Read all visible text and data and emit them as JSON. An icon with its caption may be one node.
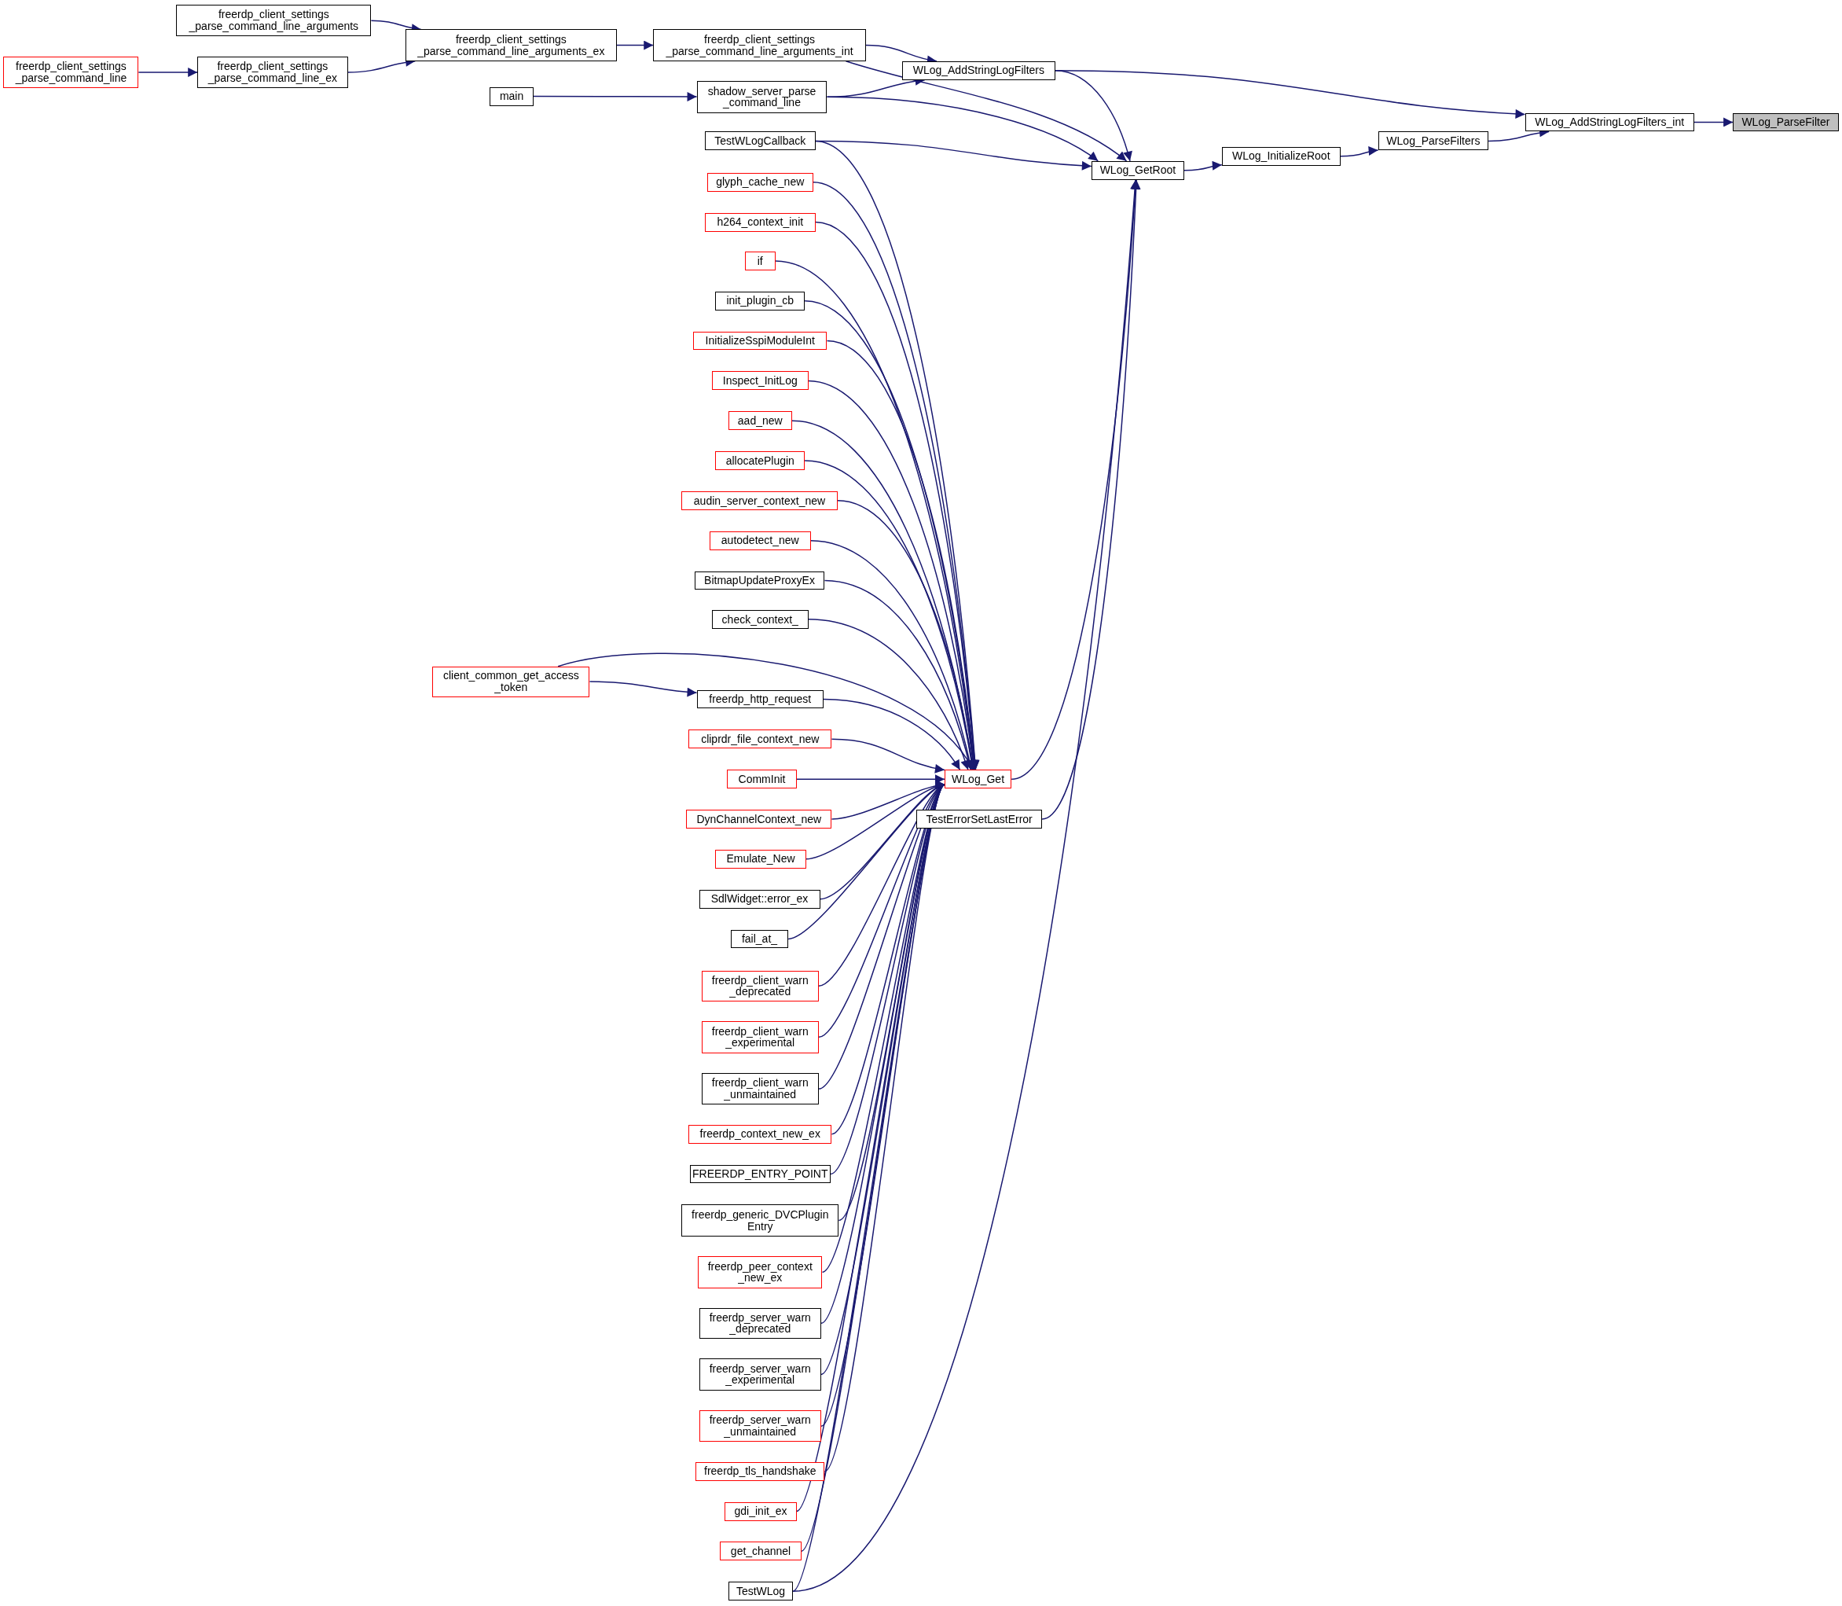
{
  "diagram": {
    "nodes": [
      {
        "text": [
          "WLog_ParseFilter"
        ]
      },
      {
        "text": [
          "WLog_AddStringLogFilters_int"
        ]
      },
      {
        "text": [
          "WLog_ParseFilters"
        ]
      },
      {
        "text": [
          "WLog_InitializeRoot"
        ]
      },
      {
        "text": [
          "WLog_GetRoot"
        ]
      },
      {
        "text": [
          "WLog_AddStringLogFilters"
        ]
      },
      {
        "text": [
          "freerdp_client_settings _parse_command_line_arguments_int"
        ]
      },
      {
        "text": [
          "freerdp_client_settings _parse_command_line_arguments_ex"
        ]
      },
      {
        "text": [
          "freerdp_client_settings _parse_command_line_arguments"
        ]
      },
      {
        "text": [
          "freerdp_client_settings _parse_command_line"
        ]
      },
      {
        "text": [
          "freerdp_client_settings _parse_command_line_ex"
        ]
      },
      {
        "text": [
          "main"
        ]
      },
      {
        "text": [
          "shadow_server_parse _command_line"
        ]
      },
      {
        "text": [
          "TestWLogCallback"
        ]
      },
      {
        "text": [
          "WLog_Get"
        ]
      },
      {
        "text": [
          "TestErrorSetLastError"
        ]
      },
      {
        "text": [
          "glyph_cache_new"
        ]
      },
      {
        "text": [
          "h264_context_init"
        ]
      },
      {
        "text": [
          "if"
        ]
      },
      {
        "text": [
          "init_plugin_cb"
        ]
      },
      {
        "text": [
          "InitializeSspiModuleInt"
        ]
      },
      {
        "text": [
          "Inspect_InitLog"
        ]
      },
      {
        "text": [
          "aad_new"
        ]
      },
      {
        "text": [
          "allocatePlugin"
        ]
      },
      {
        "text": [
          "audin_server_context_new"
        ]
      },
      {
        "text": [
          "autodetect_new"
        ]
      },
      {
        "text": [
          "BitmapUpdateProxyEx"
        ]
      },
      {
        "text": [
          "check_context_"
        ]
      },
      {
        "text": [
          "client_common_get_access _token"
        ]
      },
      {
        "text": [
          "freerdp_http_request"
        ]
      },
      {
        "text": [
          "cliprdr_file_context_new"
        ]
      },
      {
        "text": [
          "CommInit"
        ]
      },
      {
        "text": [
          "DynChannelContext_new"
        ]
      },
      {
        "text": [
          "Emulate_New"
        ]
      },
      {
        "text": [
          "SdlWidget::error_ex"
        ]
      },
      {
        "text": [
          "fail_at_"
        ]
      },
      {
        "text": [
          "freerdp_client_warn _deprecated"
        ]
      },
      {
        "text": [
          "freerdp_client_warn _experimental"
        ]
      },
      {
        "text": [
          "freerdp_client_warn _unmaintained"
        ]
      },
      {
        "text": [
          "freerdp_context_new_ex"
        ]
      },
      {
        "text": [
          "FREERDP_ENTRY_POINT"
        ]
      },
      {
        "text": [
          "freerdp_generic_DVCPlugin Entry"
        ]
      },
      {
        "text": [
          "freerdp_peer_context _new_ex"
        ]
      },
      {
        "text": [
          "freerdp_server_warn _deprecated"
        ]
      },
      {
        "text": [
          "freerdp_server_warn _experimental"
        ]
      },
      {
        "text": [
          "freerdp_server_warn _unmaintained"
        ]
      },
      {
        "text": [
          "freerdp_tls_handshake"
        ]
      },
      {
        "text": [
          "gdi_init_ex"
        ]
      },
      {
        "text": [
          "get_channel"
        ]
      },
      {
        "text": [
          "TestWLog"
        ]
      }
    ],
    "edges": [
      {
        "from": 1,
        "to": 0,
        "arrow": "to"
      },
      {
        "from": 2,
        "to": 1,
        "arrow": "to"
      },
      {
        "from": 5,
        "to": 1,
        "arrow": "to"
      },
      {
        "from": 3,
        "to": 2,
        "arrow": "to"
      },
      {
        "from": 4,
        "to": 3,
        "arrow": "to"
      },
      {
        "from": 6,
        "to": 5,
        "arrow": "to"
      },
      {
        "from": 12,
        "to": 5,
        "arrow": "to"
      },
      {
        "from": 5,
        "to": 4,
        "arrow": "to"
      },
      {
        "from": 6,
        "to": 4,
        "arrow": "to"
      },
      {
        "from": 12,
        "to": 4,
        "arrow": "to"
      },
      {
        "from": 13,
        "to": 4,
        "arrow": "to"
      },
      {
        "from": 14,
        "to": 4,
        "arrow": "to"
      },
      {
        "from": 15,
        "to": 4,
        "arrow": "to"
      },
      {
        "from": 49,
        "to": 4,
        "arrow": "to"
      },
      {
        "from": 7,
        "to": 6,
        "arrow": "to"
      },
      {
        "from": 8,
        "to": 7,
        "arrow": "to"
      },
      {
        "from": 10,
        "to": 7,
        "arrow": "to"
      },
      {
        "from": 9,
        "to": 10,
        "arrow": "to"
      },
      {
        "from": 11,
        "to": 12,
        "arrow": "to"
      },
      {
        "from": 13,
        "to": 14,
        "arrow": "to"
      },
      {
        "from": 16,
        "to": 14,
        "arrow": "to"
      },
      {
        "from": 17,
        "to": 14,
        "arrow": "to"
      },
      {
        "from": 18,
        "to": 14,
        "arrow": "to"
      },
      {
        "from": 19,
        "to": 14,
        "arrow": "to"
      },
      {
        "from": 20,
        "to": 14,
        "arrow": "to"
      },
      {
        "from": 21,
        "to": 14,
        "arrow": "to"
      },
      {
        "from": 22,
        "to": 14,
        "arrow": "to"
      },
      {
        "from": 23,
        "to": 14,
        "arrow": "to"
      },
      {
        "from": 24,
        "to": 14,
        "arrow": "to"
      },
      {
        "from": 25,
        "to": 14,
        "arrow": "to"
      },
      {
        "from": 26,
        "to": 14,
        "arrow": "to"
      },
      {
        "from": 27,
        "to": 14,
        "arrow": "to"
      },
      {
        "from": 28,
        "to": 14,
        "arrow": "to"
      },
      {
        "from": 28,
        "to": 29,
        "arrow": "to"
      },
      {
        "from": 29,
        "to": 14,
        "arrow": "to"
      },
      {
        "from": 30,
        "to": 14,
        "arrow": "to"
      },
      {
        "from": 31,
        "to": 14,
        "arrow": "to"
      },
      {
        "from": 32,
        "to": 14,
        "arrow": "to"
      },
      {
        "from": 33,
        "to": 14,
        "arrow": "to"
      },
      {
        "from": 34,
        "to": 14,
        "arrow": "to"
      },
      {
        "from": 35,
        "to": 14,
        "arrow": "to"
      },
      {
        "from": 36,
        "to": 14,
        "arrow": "to"
      },
      {
        "from": 37,
        "to": 14,
        "arrow": "to"
      },
      {
        "from": 38,
        "to": 14,
        "arrow": "to"
      },
      {
        "from": 39,
        "to": 14,
        "arrow": "to"
      },
      {
        "from": 40,
        "to": 14,
        "arrow": "to"
      },
      {
        "from": 41,
        "to": 14,
        "arrow": "to"
      },
      {
        "from": 42,
        "to": 14,
        "arrow": "to"
      },
      {
        "from": 43,
        "to": 14,
        "arrow": "to"
      },
      {
        "from": 44,
        "to": 14,
        "arrow": "to"
      },
      {
        "from": 45,
        "to": 14,
        "arrow": "to"
      },
      {
        "from": 46,
        "to": 14,
        "arrow": "to"
      },
      {
        "from": 47,
        "to": 14,
        "arrow": "to"
      },
      {
        "from": 48,
        "to": 14,
        "arrow": "to"
      },
      {
        "from": 49,
        "to": 14,
        "arrow": "to"
      }
    ]
  }
}
